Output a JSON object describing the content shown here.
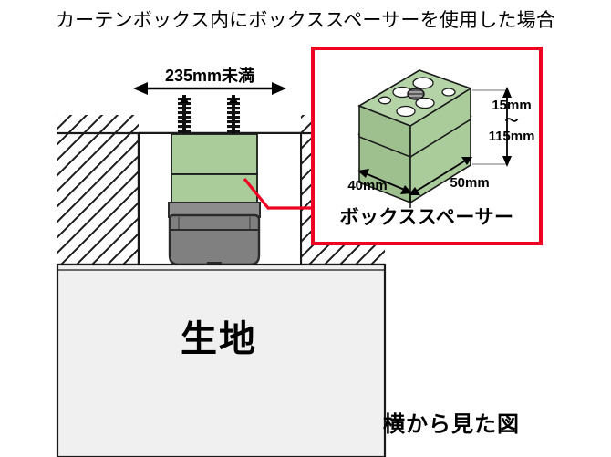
{
  "title": "カーテンボックス内にボックススペーサーを使用した場合",
  "main_diagram": {
    "top_dimension_label": "235mm未満",
    "fabric_label": "生地",
    "view_label": "横から見た図",
    "parts": {
      "curtain_box": "curtain-box-cross-section",
      "spacer_upper": "box-spacer-upper",
      "spacer_lower": "box-spacer-lower",
      "motor": "motor-unit",
      "screw_left": "mounting-screw-left",
      "screw_right": "mounting-screw-right",
      "fabric_panel": "fabric-panel"
    }
  },
  "inset": {
    "caption": "ボックススペーサー",
    "dim_width": "40mm",
    "dim_depth": "50mm",
    "dim_height": "15mm\n〜\n115mm",
    "border_color": "#ee0022"
  },
  "colors": {
    "spacer_green": "#a9cc9a",
    "spacer_green_side": "#9ec08f",
    "spacer_green_top": "#b4d3a6",
    "motor_gray": "#808080",
    "motor_gray_dark": "#6e6e6e",
    "fabric_gray": "#f0f0f0",
    "red": "#ee0022",
    "outline": "#1a1a1a"
  }
}
